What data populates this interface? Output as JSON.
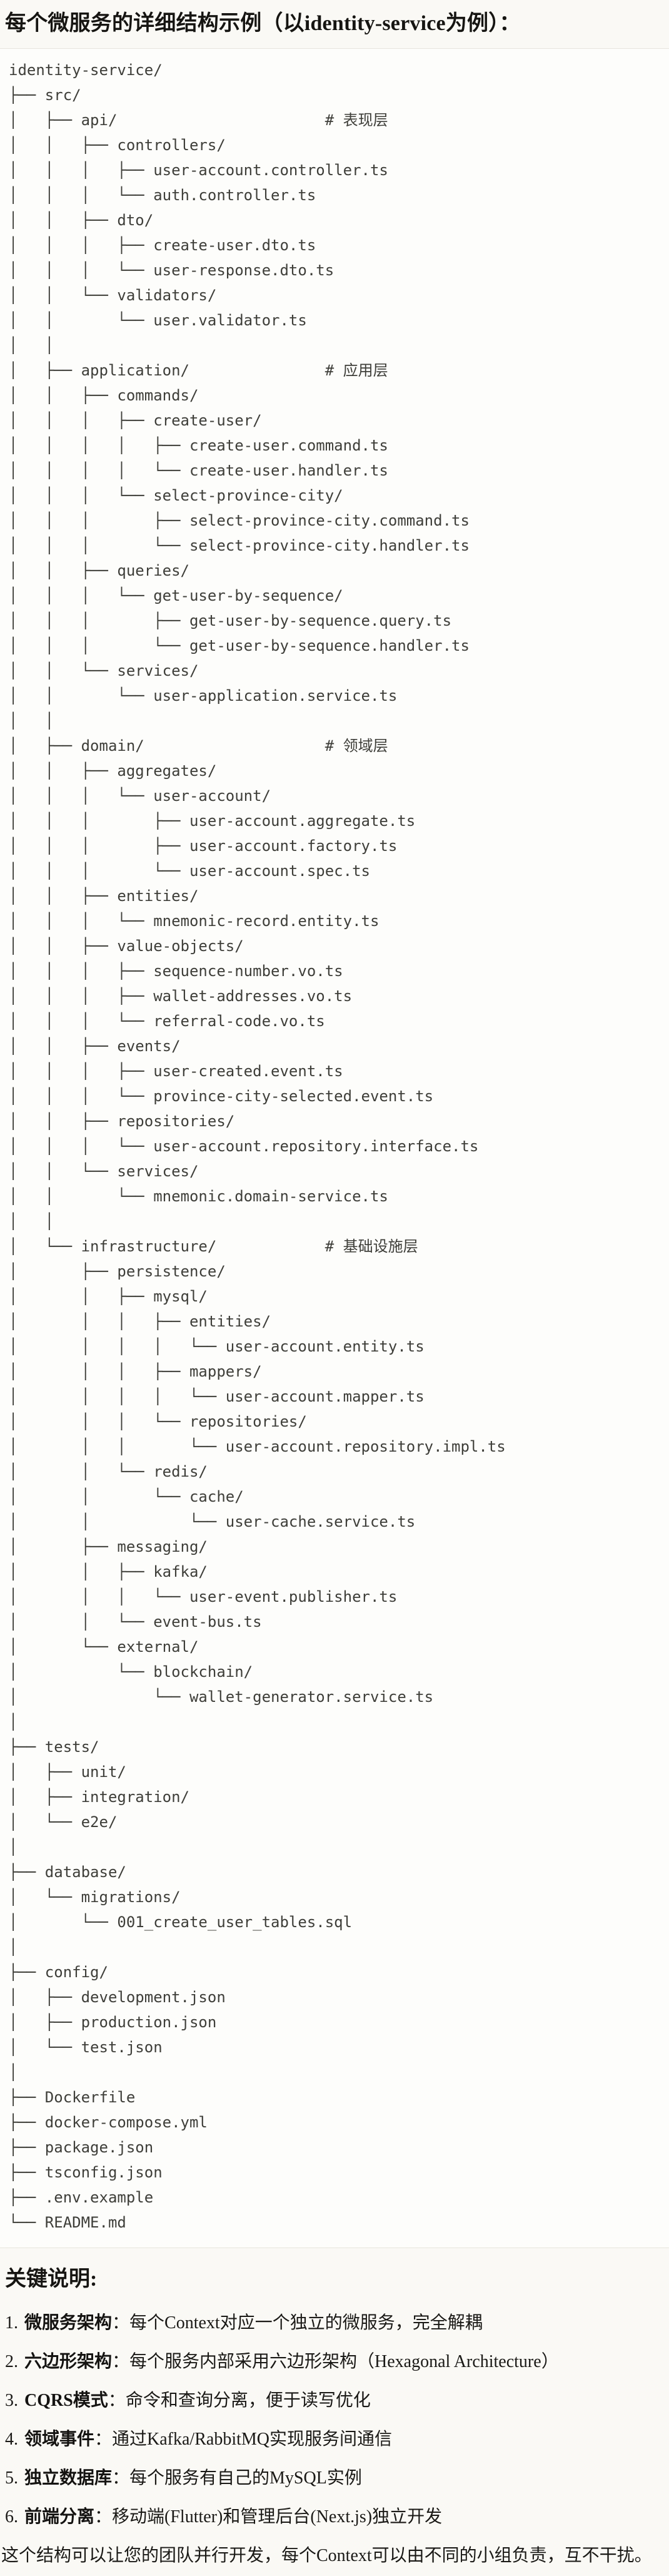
{
  "page": {
    "title": "每个微服务的详细结构示例（以identity-service为例）：",
    "colors": {
      "page_bg": "#faf9f5",
      "code_bg": "#fdfdfb",
      "border": "#e7e5de",
      "code_text": "#3e3e39",
      "body_text": "#1a1916"
    },
    "tree_lines": [
      "identity-service/",
      "├── src/",
      "│   ├── api/                       # 表现层",
      "│   │   ├── controllers/",
      "│   │   │   ├── user-account.controller.ts",
      "│   │   │   └── auth.controller.ts",
      "│   │   ├── dto/",
      "│   │   │   ├── create-user.dto.ts",
      "│   │   │   └── user-response.dto.ts",
      "│   │   └── validators/",
      "│   │       └── user.validator.ts",
      "│   │",
      "│   ├── application/               # 应用层",
      "│   │   ├── commands/",
      "│   │   │   ├── create-user/",
      "│   │   │   │   ├── create-user.command.ts",
      "│   │   │   │   └── create-user.handler.ts",
      "│   │   │   └── select-province-city/",
      "│   │   │       ├── select-province-city.command.ts",
      "│   │   │       └── select-province-city.handler.ts",
      "│   │   ├── queries/",
      "│   │   │   └── get-user-by-sequence/",
      "│   │   │       ├── get-user-by-sequence.query.ts",
      "│   │   │       └── get-user-by-sequence.handler.ts",
      "│   │   └── services/",
      "│   │       └── user-application.service.ts",
      "│   │",
      "│   ├── domain/                    # 领域层",
      "│   │   ├── aggregates/",
      "│   │   │   └── user-account/",
      "│   │   │       ├── user-account.aggregate.ts",
      "│   │   │       ├── user-account.factory.ts",
      "│   │   │       └── user-account.spec.ts",
      "│   │   ├── entities/",
      "│   │   │   └── mnemonic-record.entity.ts",
      "│   │   ├── value-objects/",
      "│   │   │   ├── sequence-number.vo.ts",
      "│   │   │   ├── wallet-addresses.vo.ts",
      "│   │   │   └── referral-code.vo.ts",
      "│   │   ├── events/",
      "│   │   │   ├── user-created.event.ts",
      "│   │   │   └── province-city-selected.event.ts",
      "│   │   ├── repositories/",
      "│   │   │   └── user-account.repository.interface.ts",
      "│   │   └── services/",
      "│   │       └── mnemonic.domain-service.ts",
      "│   │",
      "│   └── infrastructure/            # 基础设施层",
      "│       ├── persistence/",
      "│       │   ├── mysql/",
      "│       │   │   ├── entities/",
      "│       │   │   │   └── user-account.entity.ts",
      "│       │   │   ├── mappers/",
      "│       │   │   │   └── user-account.mapper.ts",
      "│       │   │   └── repositories/",
      "│       │   │       └── user-account.repository.impl.ts",
      "│       │   └── redis/",
      "│       │       └── cache/",
      "│       │           └── user-cache.service.ts",
      "│       ├── messaging/",
      "│       │   ├── kafka/",
      "│       │   │   └── user-event.publisher.ts",
      "│       │   └── event-bus.ts",
      "│       └── external/",
      "│           └── blockchain/",
      "│               └── wallet-generator.service.ts",
      "│",
      "├── tests/",
      "│   ├── unit/",
      "│   ├── integration/",
      "│   └── e2e/",
      "│",
      "├── database/",
      "│   └── migrations/",
      "│       └── 001_create_user_tables.sql",
      "│",
      "├── config/",
      "│   ├── development.json",
      "│   ├── production.json",
      "│   └── test.json",
      "│",
      "├── Dockerfile",
      "├── docker-compose.yml",
      "├── package.json",
      "├── tsconfig.json",
      "├── .env.example",
      "└── README.md"
    ],
    "notes": {
      "title": "关键说明:",
      "colon": "：",
      "items": [
        {
          "num": "1.",
          "term": "微服务架构",
          "desc": "每个Context对应一个独立的微服务，完全解耦"
        },
        {
          "num": "2.",
          "term": "六边形架构",
          "desc": "每个服务内部采用六边形架构（Hexagonal Architecture）"
        },
        {
          "num": "3.",
          "term": "CQRS模式",
          "desc": "命令和查询分离，便于读写优化"
        },
        {
          "num": "4.",
          "term": "领域事件",
          "desc": "通过Kafka/RabbitMQ实现服务间通信"
        },
        {
          "num": "5.",
          "term": "独立数据库",
          "desc": "每个服务有自己的MySQL实例"
        },
        {
          "num": "6.",
          "term": "前端分离",
          "desc": "移动端(Flutter)和管理后台(Next.js)独立开发"
        }
      ]
    },
    "closing": "这个结构可以让您的团队并行开发，每个Context可以由不同的小组负责，互不干扰。"
  }
}
